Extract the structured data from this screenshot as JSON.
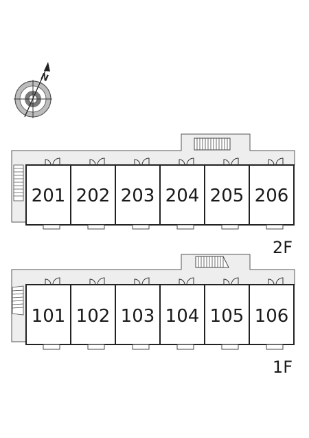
{
  "compass": {
    "north_label": "N"
  },
  "floors": [
    {
      "label": "2F",
      "units": [
        "201",
        "202",
        "203",
        "204",
        "205",
        "206"
      ]
    },
    {
      "label": "1F",
      "units": [
        "101",
        "102",
        "103",
        "104",
        "105",
        "106"
      ]
    }
  ],
  "colors": {
    "corridor": "#eeeeee",
    "stroke": "#555555",
    "unit_border": "#222222",
    "text": "#1a1a1a"
  }
}
